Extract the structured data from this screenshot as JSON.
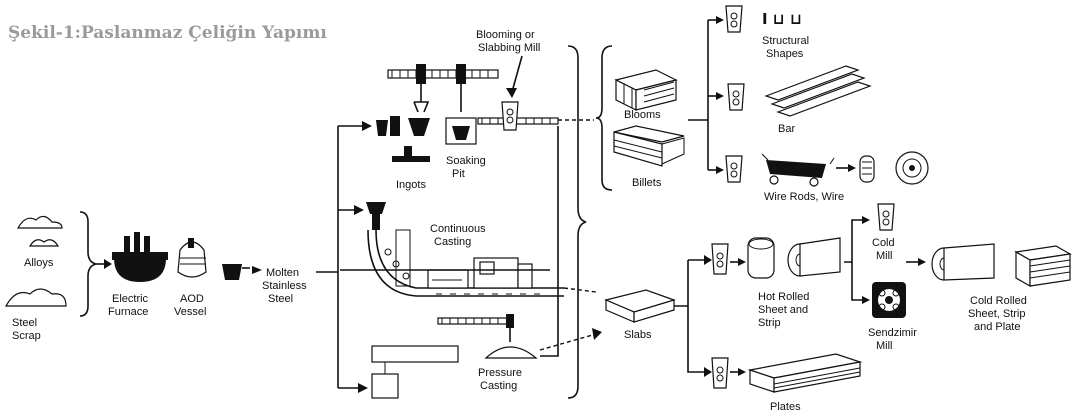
{
  "title": "Şekil-1:Paslanmaz Çeliğin Yapımı",
  "labels": {
    "alloys": "Alloys",
    "steel": "Steel",
    "scrap": "Scrap",
    "electric": "Electric",
    "furnace": "Furnace",
    "aod": "AOD",
    "vessel": "Vessel",
    "molten": "Molten",
    "stainless": "Stainless",
    "steel2": "Steel",
    "ingots": "Ingots",
    "soaking": "Soaking",
    "pit": "Pit",
    "blooming1": "Blooming or",
    "blooming2": "Slabbing Mill",
    "continuous": "Continuous",
    "casting": "Casting",
    "pressure": "Pressure",
    "casting2": "Casting",
    "blooms": "Blooms",
    "billets": "Billets",
    "slabs": "Slabs",
    "structural": "Structural",
    "shapes": "Shapes",
    "bar": "Bar",
    "wirerods": "Wire Rods, Wire",
    "hotrolled1": "Hot Rolled",
    "hotrolled2": "Sheet and",
    "hotrolled3": "Strip",
    "cold": "Cold",
    "mill": "Mill",
    "sendzimir": "Sendzimir",
    "mill2": "Mill",
    "coldrolled1": "Cold Rolled",
    "coldrolled2": "Sheet, Strip",
    "coldrolled3": "and Plate",
    "plates": "Plates",
    "structural_symbols": "I ⊔ ⊔"
  }
}
